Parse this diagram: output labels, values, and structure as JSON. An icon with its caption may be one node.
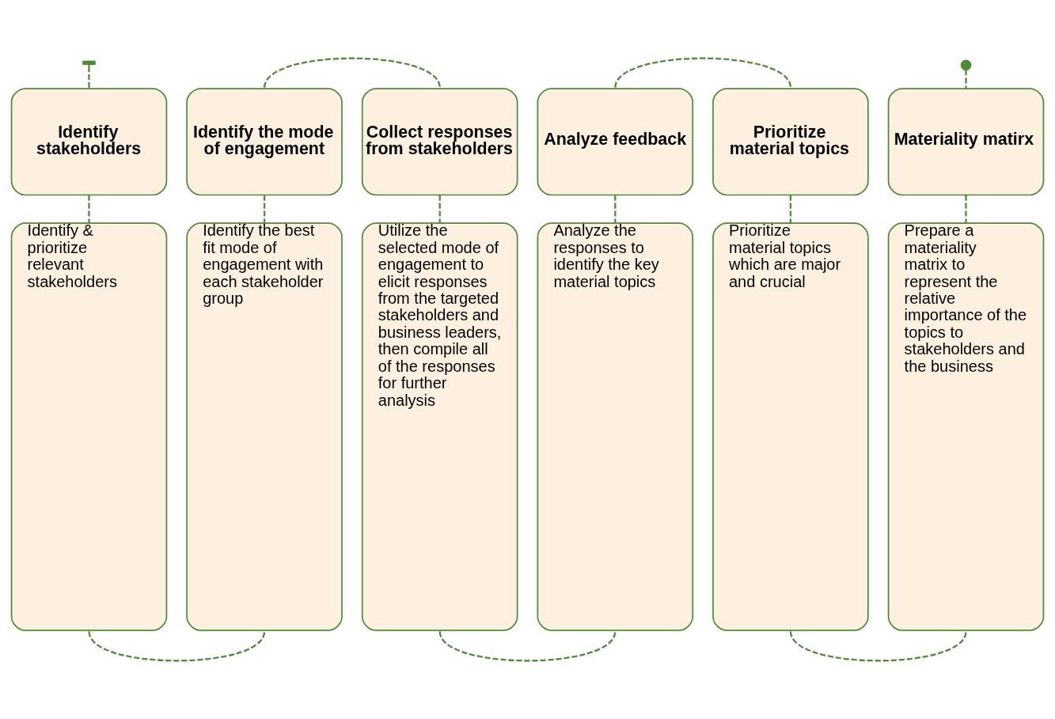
{
  "diagram": {
    "nodes": [
      {
        "text": [
          "Identify stakeholders"
        ]
      },
      {
        "text": [
          "Identify the mode of engagement"
        ]
      },
      {
        "text": [
          "Collect responses from stakeholders"
        ]
      },
      {
        "text": [
          "Analyze feedback"
        ]
      },
      {
        "text": [
          "Prioritize material topics"
        ]
      },
      {
        "text": [
          "Materiality matirx"
        ]
      },
      {
        "text": [
          "Identify & prioritize relevant stakeholders"
        ]
      },
      {
        "text": [
          "Identify the best fit mode of engagement with each stakeholder group"
        ]
      },
      {
        "text": [
          "Utilize the selected mode of engagement to elicit responses from the targeted stakeholders and business leaders, then compile all of the responses for further analysis"
        ]
      },
      {
        "text": [
          "Analyze the responses to identify the key material topics"
        ]
      },
      {
        "text": [
          "Prioritize material topics which are major and crucial"
        ]
      },
      {
        "text": [
          "Prepare a materiality matrix to represent the relative importance of the topics to stakeholders and the business"
        ]
      }
    ],
    "edges": [
      {
        "from": null,
        "to": 0,
        "arrow": "other",
        "style": "dashed"
      },
      {
        "from": 0,
        "to": 6,
        "arrow": "none",
        "style": "dashed"
      },
      {
        "from": 1,
        "to": 7,
        "arrow": "none",
        "style": "dashed"
      },
      {
        "from": 2,
        "to": 8,
        "arrow": "none",
        "style": "dashed"
      },
      {
        "from": 3,
        "to": 9,
        "arrow": "none",
        "style": "dashed"
      },
      {
        "from": 4,
        "to": 10,
        "arrow": "none",
        "style": "dashed"
      },
      {
        "from": 5,
        "to": 11,
        "arrow": "none",
        "style": "dashed"
      },
      {
        "from": 6,
        "to": 7,
        "arrow": "none",
        "style": "dashed"
      },
      {
        "from": 1,
        "to": 2,
        "arrow": "none",
        "style": "dashed"
      },
      {
        "from": 8,
        "to": 9,
        "arrow": "none",
        "style": "dashed"
      },
      {
        "from": 3,
        "to": 4,
        "arrow": "none",
        "style": "dashed"
      },
      {
        "from": 10,
        "to": 11,
        "arrow": "none",
        "style": "dashed"
      },
      {
        "from": 5,
        "to": null,
        "arrow": "other",
        "style": "dashed"
      }
    ]
  }
}
